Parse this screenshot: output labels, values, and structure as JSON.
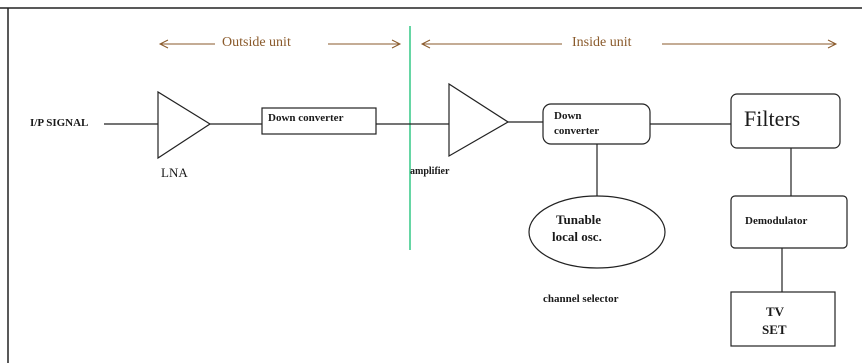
{
  "diagram": {
    "outside_unit": "Outside unit",
    "inside_unit": "Inside unit",
    "input_signal": "I/P SIGNAL",
    "lna": "LNA",
    "down_converter_1": "Down converter",
    "amplifier": "amplifier",
    "down_converter_2_line1": "Down",
    "down_converter_2_line2": "converter",
    "filters": "Filters",
    "tunable_osc_line1": "Tunable",
    "tunable_osc_line2": "local osc.",
    "demodulator": "Demodulator",
    "tv_set_line1": "TV",
    "tv_set_line2": "SET",
    "channel_selector": "channel selector",
    "divider_color": "#66d6a4",
    "header_color": "#8a5a2b"
  }
}
